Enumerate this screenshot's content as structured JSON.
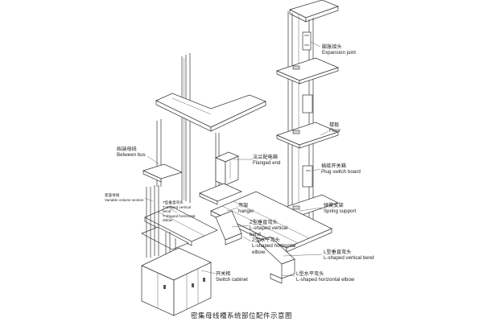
{
  "labels": {
    "expansion_joint": {
      "zh": "膨胀接头",
      "en": "Expansion joint"
    },
    "floor": {
      "zh": "楼板",
      "en": "Floor"
    },
    "flanged_end": {
      "zh": "法兰配电箱",
      "en": "Flanged end"
    },
    "plug_switch_board": {
      "zh": "插接开关箱",
      "en": "Plug switch board"
    },
    "between_bus": {
      "zh": "始端母线",
      "en": "Between bus"
    },
    "variable_section": {
      "zh": "变容母线",
      "en": "Variable volume section"
    },
    "t_shaped_vertical_bend": {
      "zh": "T型垂直弯头",
      "en1": "T-shaped vertical",
      "en2": "bend",
      "en3": "T-shaped horizontal",
      "en4": "elbow"
    },
    "spring_support": {
      "zh": "弹簧支架",
      "en": "Spring support"
    },
    "hanger": {
      "zh": "吊架",
      "en": "hanger"
    },
    "z_vertical_bend": {
      "zh": "Z型垂直弯头",
      "en1": "L-shaped vertical",
      "en2": "bend"
    },
    "z_horizontal_elbow": {
      "zh": "Z型水平弯头",
      "en1": "L-shaped horizontal",
      "en2": "elbow"
    },
    "l_vertical_bend": {
      "zh": "L型垂直弯头",
      "en": "L-shaped vertical  bend"
    },
    "l_horizontal_elbow": {
      "zh": "L型水平弯头",
      "en": "L-shaped horizontal elbow"
    },
    "switch_cabinet": {
      "zh": "开关柜",
      "en": "Switch cabinet"
    }
  },
  "caption": "密集母线槽系统部位配件示意图"
}
